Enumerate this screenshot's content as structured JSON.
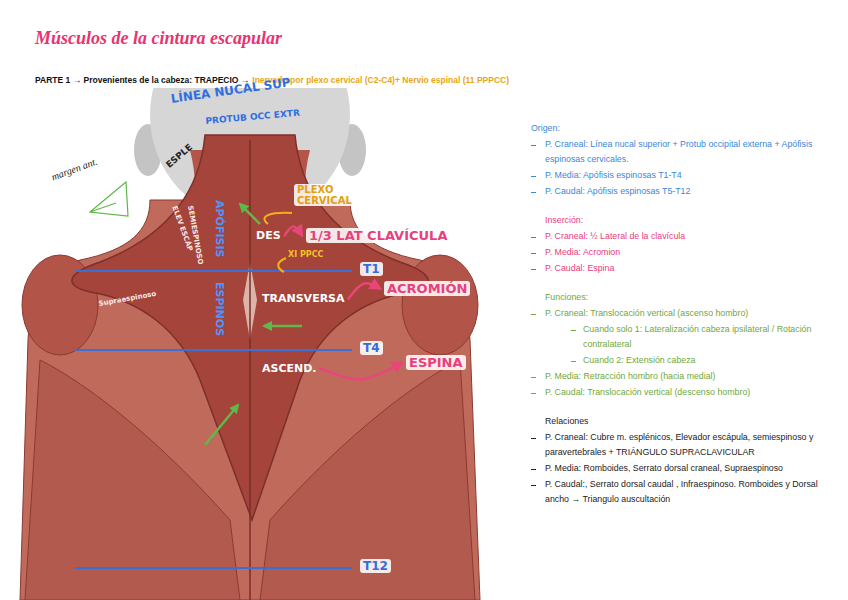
{
  "diagram": {
    "title": "Músculos de la cintura escapular",
    "nodes": [
      {
        "text": [
          "DES"
        ]
      },
      {
        "text": [
          "1/3 LAT CLAVÍCULA"
        ]
      },
      {
        "text": [
          "TRANSVERSA"
        ]
      },
      {
        "text": [
          "ACROMIÓN"
        ]
      },
      {
        "text": [
          "ASCEND."
        ]
      },
      {
        "text": [
          "ESPINA"
        ]
      }
    ],
    "edges": [
      {
        "from": 0,
        "to": 1,
        "arrow": "to"
      },
      {
        "from": 2,
        "to": 3,
        "arrow": "to"
      },
      {
        "from": 4,
        "to": 5,
        "arrow": "to"
      }
    ],
    "labels": [
      "PARTE 1 → Provenientes de la cabeza: TRAPECIO →",
      "Inervado por plexo cervical (C2-C4)+ Nervio espinal (11 PPPCC)",
      "Origen:",
      "P. Craneal: Línea nucal superior + Protub occipital externa + Apófisis espinosas cervicales.",
      "P. Media: Apófisis espinosas T1-T4",
      "P. Caudal: Apófisis espinosas T5-T12",
      "Inserción:",
      "P. Craneal: ½ Lateral de la clavícula",
      "P. Media: Acromion",
      "P. Caudal: Espina",
      "Funciones:",
      "P. Craneal: Translocación vertical (ascenso hombro)",
      "Cuando solo 1: Lateralización cabeza ipsilateral / Rotación contralateral",
      "Cuando 2: Extensión cabeza",
      "P. Media: Retracción hombro (hacia medial)",
      "P. Caudal: Translocación vertical (descenso hombro)",
      "Relaciones",
      "P. Craneal: Cubre m. esplénicos, Elevador escápula, semiespinoso y paravertebrales + TRIÁNGULO SUPRACLAVICULAR",
      "P. Media: Romboides, Serrato dorsal craneal, Supraespinoso",
      "P. Caudal:, Serrato dorsal caudal , Infraespinoso. Romboides y Dorsal ancho → Triangulo auscultación",
      "LÍNEA NUCAL SUP",
      "PROTUB OCC EXTR",
      "ESPLE",
      "margen ant.",
      "PLEXO CERVICAL",
      "APÓFISIS",
      "ESPINOS",
      "ELEV ESCÁP",
      "SEMIESPINOSO",
      "T1",
      "XI PPCC",
      "T4",
      "Supraespinoso",
      "T12"
    ]
  }
}
